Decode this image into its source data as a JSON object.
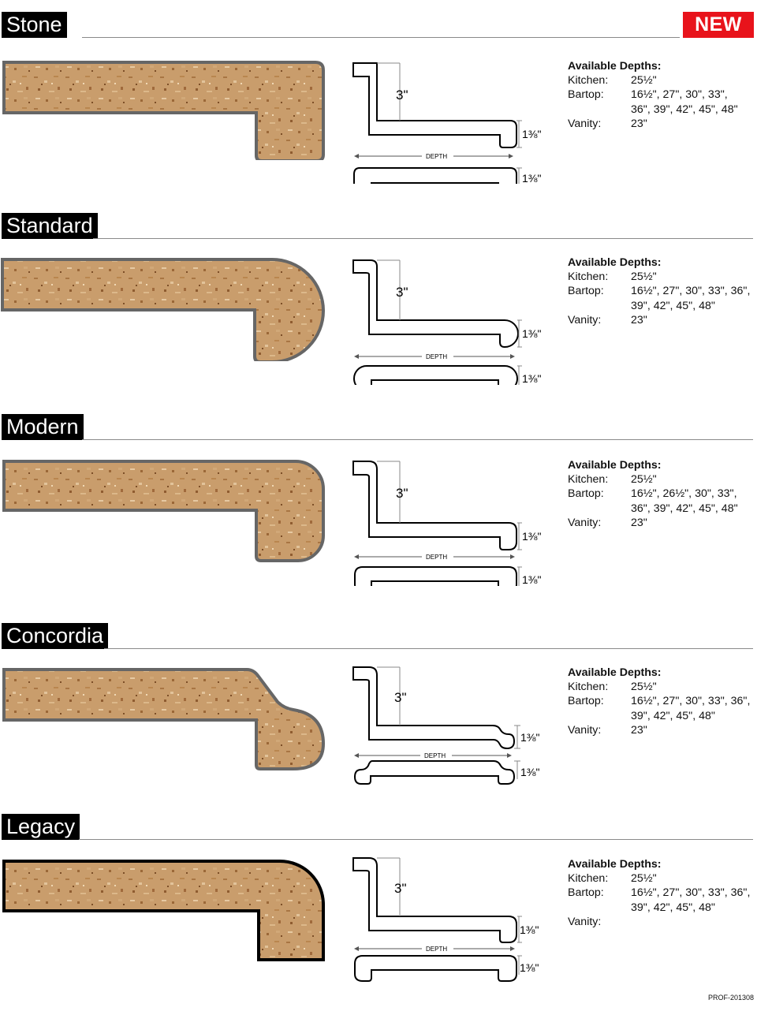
{
  "badge": "NEW",
  "labels": {
    "available_depths": "Available Depths:",
    "kitchen": "Kitchen:",
    "bartop": "Bartop:",
    "vanity": "Vanity:",
    "height": "3\"",
    "thickness": "1⅜\"",
    "depth": "DEPTH"
  },
  "sections": [
    {
      "name": "Stone",
      "kitchen": "25½\"",
      "bartop": "16½\", 27\", 30\", 33\", 36\", 39\", 42\", 45\", 48\"",
      "vanity": "23\""
    },
    {
      "name": "Standard",
      "kitchen": "25½\"",
      "bartop": "16½\", 27\", 30\", 33\", 36\", 39\", 42\", 45\", 48\"",
      "vanity": "23\""
    },
    {
      "name": "Modern",
      "kitchen": "25½\"",
      "bartop": "16½\", 26½\", 30\", 33\", 36\", 39\", 42\", 45\", 48\"",
      "vanity": "23\""
    },
    {
      "name": "Concordia",
      "kitchen": "25½\"",
      "bartop": "16½\", 27\", 30\", 33\", 36\", 39\", 42\", 45\", 48\"",
      "vanity": "23\""
    },
    {
      "name": "Legacy",
      "kitchen": "25½\"",
      "bartop": "16½\", 27\", 30\", 33\", 36\", 39\", 42\", 45\", 48\"",
      "vanity": ""
    }
  ],
  "footer": "PROF-201308",
  "colors": {
    "particleboard": "#c89a68",
    "edge_gray": "#6b6b6b",
    "edge_black": "#000000",
    "badge_red": "#e8131b"
  }
}
